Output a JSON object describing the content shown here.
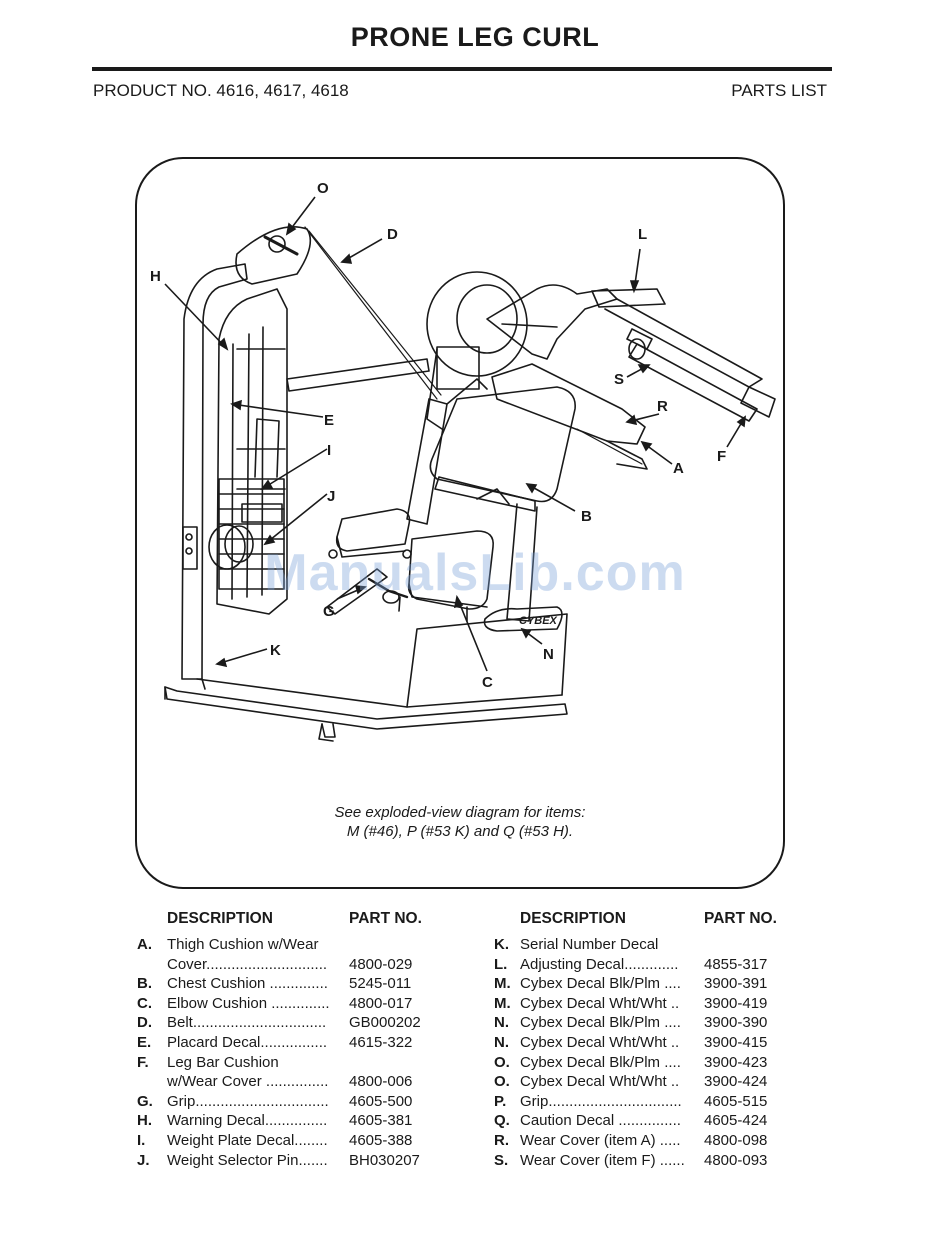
{
  "header": {
    "title": "PRONE LEG CURL",
    "product_no": "PRODUCT NO. 4616, 4617, 4618",
    "section": "PARTS LIST"
  },
  "diagram": {
    "note_line1": "See exploded-view diagram for items:",
    "note_line2": "M (#46), P (#53 K) and Q (#53 H).",
    "callouts": [
      "O",
      "D",
      "H",
      "L",
      "S",
      "R",
      "E",
      "I",
      "A",
      "F",
      "J",
      "B",
      "G",
      "N",
      "K",
      "C"
    ],
    "brand_mark": "CYBEX"
  },
  "watermark": "ManualsLib.com",
  "table": {
    "desc_header": "DESCRIPTION",
    "part_header": "PART NO.",
    "left": [
      {
        "letter": "A.",
        "desc": "Thigh Cushion w/Wear",
        "part": ""
      },
      {
        "letter": "",
        "desc": "Cover.............................",
        "part": "4800-029"
      },
      {
        "letter": "B.",
        "desc": "Chest Cushion ..............",
        "part": "5245-011"
      },
      {
        "letter": "C.",
        "desc": "Elbow Cushion ..............",
        "part": "4800-017"
      },
      {
        "letter": "D.",
        "desc": "Belt................................",
        "part": "GB000202"
      },
      {
        "letter": "E.",
        "desc": "Placard Decal................",
        "part": "4615-322"
      },
      {
        "letter": "F.",
        "desc": "Leg Bar Cushion",
        "part": ""
      },
      {
        "letter": "",
        "desc": "w/Wear Cover ...............",
        "part": "4800-006"
      },
      {
        "letter": "G.",
        "desc": "Grip................................",
        "part": "4605-500"
      },
      {
        "letter": "H.",
        "desc": "Warning Decal...............",
        "part": "4605-381"
      },
      {
        "letter": "I.",
        "desc": "Weight Plate Decal........",
        "part": "4605-388"
      },
      {
        "letter": "J.",
        "desc": "Weight Selector Pin.......",
        "part": "BH030207"
      }
    ],
    "right": [
      {
        "letter": "K.",
        "desc": "Serial Number Decal",
        "part": ""
      },
      {
        "letter": "L.",
        "desc": "Adjusting Decal.............",
        "part": "4855-317"
      },
      {
        "letter": "M.",
        "desc": "Cybex Decal Blk/Plm ....",
        "part": "3900-391"
      },
      {
        "letter": "M.",
        "desc": "Cybex Decal Wht/Wht ..",
        "part": "3900-419"
      },
      {
        "letter": "N.",
        "desc": "Cybex Decal Blk/Plm ....",
        "part": "3900-390"
      },
      {
        "letter": "N.",
        "desc": "Cybex Decal Wht/Wht ..",
        "part": "3900-415"
      },
      {
        "letter": "O.",
        "desc": "Cybex Decal Blk/Plm ....",
        "part": "3900-423"
      },
      {
        "letter": "O.",
        "desc": "Cybex Decal Wht/Wht ..",
        "part": "3900-424"
      },
      {
        "letter": "P.",
        "desc": "Grip................................",
        "part": "4605-515"
      },
      {
        "letter": "Q.",
        "desc": "Caution Decal ...............",
        "part": "4605-424"
      },
      {
        "letter": "R.",
        "desc": "Wear Cover (item A) .....",
        "part": "4800-098"
      },
      {
        "letter": "S.",
        "desc": "Wear Cover (item F) ......",
        "part": "4800-093"
      }
    ]
  }
}
